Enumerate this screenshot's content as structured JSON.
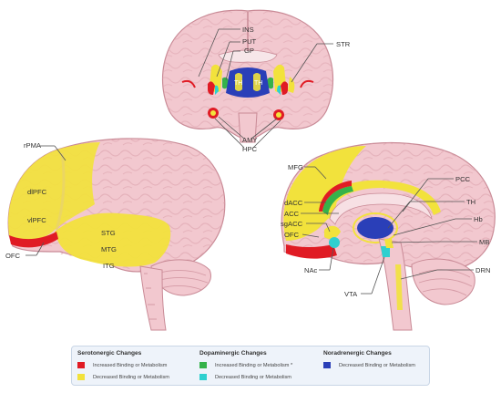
{
  "colors": {
    "serotonin_increased": "#e01b24",
    "serotonin_decreased": "#f2e23c",
    "dopamine_increased": "#35b24a",
    "dopamine_decreased": "#2fd0cf",
    "noradrenaline_decreased": "#2a3fb8",
    "brain_fill": "#f2c8cf",
    "brain_line": "#c98a96"
  },
  "coronal_labels": {
    "ins": "INS",
    "put": "PUT",
    "gp": "GP",
    "str": "STR",
    "th_left": "TH",
    "th_right": "TH",
    "amy": "AMY",
    "hpc": "HPC"
  },
  "lateral_labels": {
    "rpma": "rPMA",
    "dlpfc": "dlPFC",
    "vlpfc": "vlPFC",
    "ofc": "OFC",
    "stg": "STG",
    "mtg": "MTG",
    "itg": "ITG"
  },
  "medial_labels": {
    "mfg": "MFG",
    "dacc": "dACC",
    "acc": "ACC",
    "sgacc": "sgACC",
    "ofc": "OFC",
    "nac": "NAc",
    "vta": "VTA",
    "pcc": "PCC",
    "th": "TH",
    "hb": "Hb",
    "mb": "MB",
    "drn": "DRN"
  },
  "legend": {
    "serotonergic": {
      "heading": "Serotonergic Changes",
      "increased": "Increased Binding or Metabolism",
      "decreased": "Decreased Binding or Metabolism"
    },
    "dopaminergic": {
      "heading": "Dopaminergic Changes",
      "increased": "Increased Binding or Metabolism *",
      "decreased": "Decreased Binding or Metabolism"
    },
    "noradrenergic": {
      "heading": "Noradrenergic Changes",
      "decreased": "Decreased Binding or Metabolism"
    }
  }
}
